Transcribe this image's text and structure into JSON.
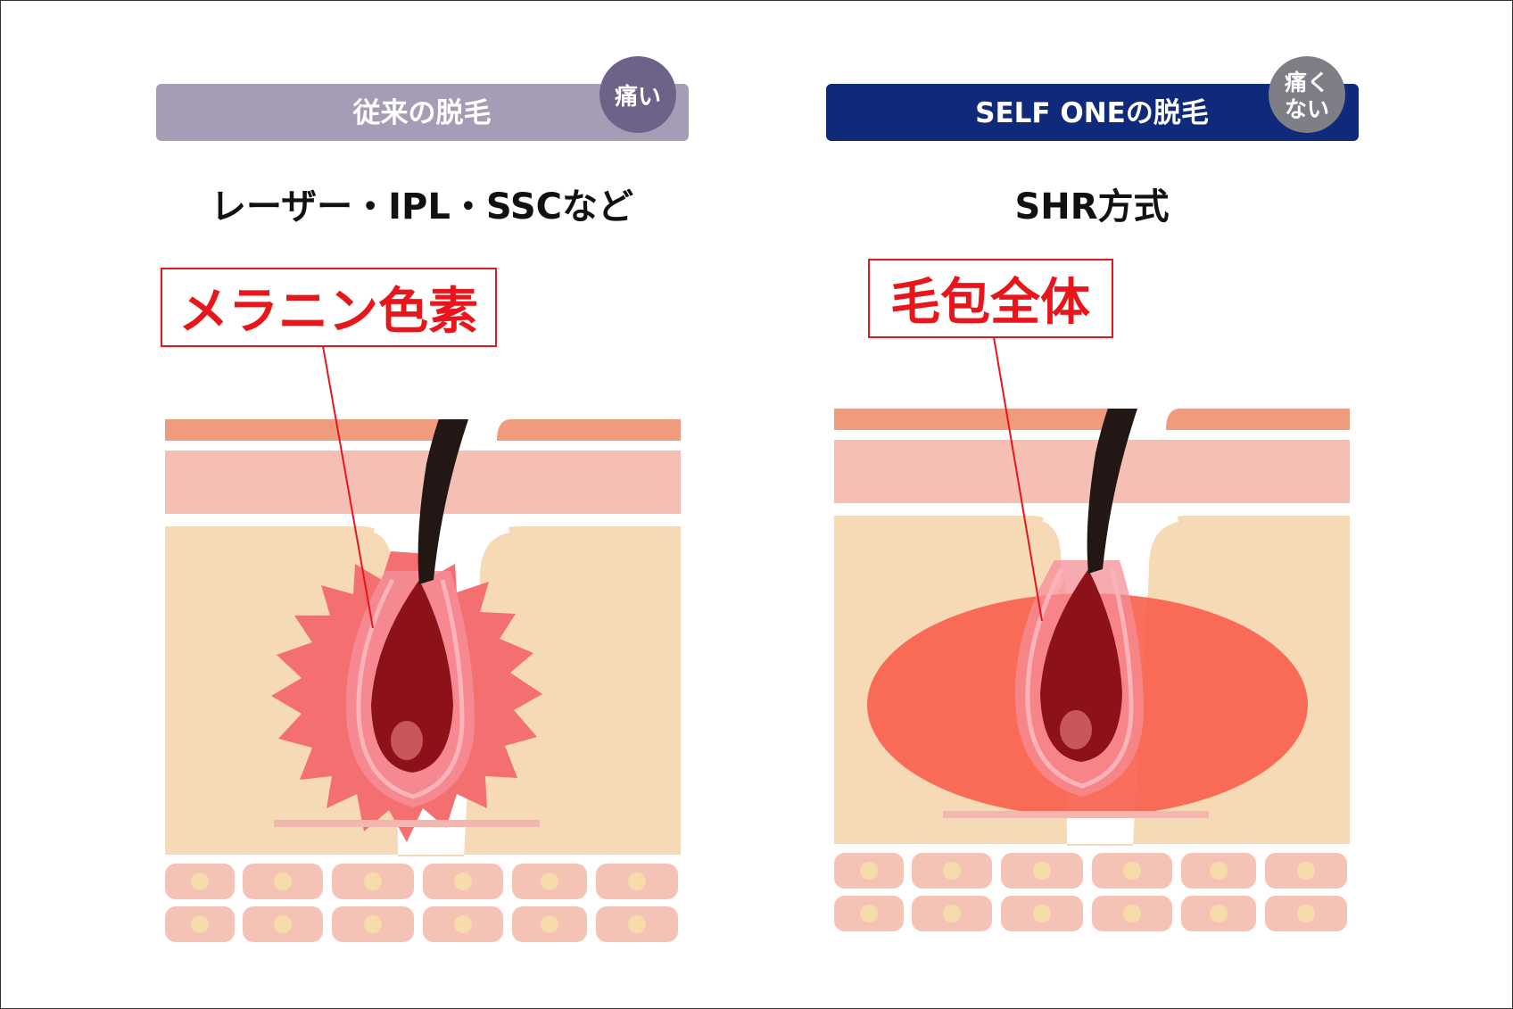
{
  "colors": {
    "left_header": "#a79cb5",
    "left_badge": "#6f6288",
    "right_header": "#0f2a7a",
    "right_badge": "#7e7e86",
    "red_label": "#e8151b",
    "hair": "#221715",
    "bulb": "#8c1118",
    "epidermis_top": "#f09a7e",
    "epidermis": "#f5bfb4",
    "dermis": "#f6dab6",
    "cell": "#f5c3b6",
    "cell_nucleus": "#f6dcaa",
    "heat_burst": "#f46f6f",
    "heat_ellipse": "#f9624f"
  },
  "left": {
    "header": "従来の脱毛",
    "badge": "痛い",
    "method": "レーザー・IPL・SSCなど",
    "target": "メラニン色素"
  },
  "right": {
    "header": "SELF ONEの脱毛",
    "badge_line1": "痛く",
    "badge_line2": "ない",
    "method": "SHR方式",
    "target": "毛包全体"
  }
}
